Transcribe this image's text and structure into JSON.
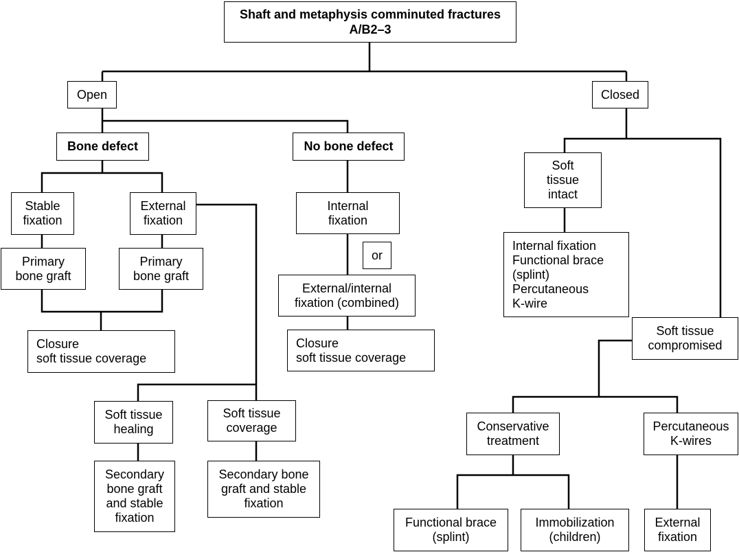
{
  "title": {
    "line1": "Shaft and metaphysis comminuted fractures",
    "line2": "A/B2–3"
  },
  "nodes": {
    "open": "Open",
    "closed": "Closed",
    "bone_defect": "Bone defect",
    "no_bone_defect": "No bone defect",
    "stable_fixation": "Stable\nfixation",
    "external_fixation": "External\nfixation",
    "primary_bone_graft_a": "Primary\nbone graft",
    "primary_bone_graft_b": "Primary\nbone graft",
    "closure_a": "Closure\n     soft tissue coverage",
    "internal_fixation": "Internal\nfixation",
    "or": "or",
    "ext_int_fixation": "External/internal\nfixation (combined)",
    "closure_b": "Closure\n     soft tissue coverage",
    "soft_tissue_healing": "Soft tissue\nhealing",
    "soft_tissue_coverage": "Soft tissue\ncoverage",
    "secondary_graft_a": "Secondary\nbone graft\nand stable\nfixation",
    "secondary_graft_b": "Secondary bone\ngraft and stable\nfixation",
    "soft_tissue_intact": "Soft\ntissue\nintact",
    "intact_options": "Internal fixation\nFunctional brace\n     (splint)\nPercutaneous\n     K-wire",
    "soft_tissue_compromised": "Soft tissue\ncompromised",
    "conservative_treatment": "Conservative\ntreatment",
    "percutaneous_kwires": "Percutaneous\nK-wires",
    "functional_brace": "Functional brace\n(splint)",
    "immobilization": "Immobilization\n(children)",
    "external_fixation_final": "External\nfixation"
  }
}
